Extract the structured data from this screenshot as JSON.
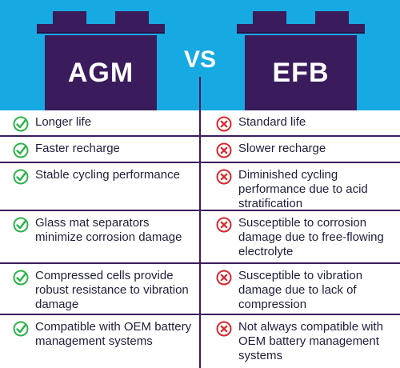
{
  "header": {
    "left_battery_label": "AGM",
    "right_battery_label": "EFB",
    "vs_label": "VS"
  },
  "colors": {
    "header_bg": "#17a9e1",
    "battery": "#3a1c5c",
    "check": "#2db34a",
    "cross": "#d9262c"
  },
  "icons": {
    "pro": "check-circle-icon",
    "con": "x-circle-icon"
  },
  "rows": [
    {
      "agm": "Longer life",
      "efb": "Standard life"
    },
    {
      "agm": "Faster recharge",
      "efb": "Slower recharge"
    },
    {
      "agm": "Stable cycling performance",
      "efb": "Diminished cycling performance due to acid stratification"
    },
    {
      "agm": "Glass mat separators minimize corrosion damage",
      "efb": "Susceptible to corrosion damage due to free-flowing electrolyte"
    },
    {
      "agm": "Compressed cells provide robust resistance to vibration damage",
      "efb": "Susceptible to vibration damage due to lack of compression"
    },
    {
      "agm": "Compatible with OEM battery management systems",
      "efb": "Not always compatible with OEM battery management systems"
    }
  ]
}
